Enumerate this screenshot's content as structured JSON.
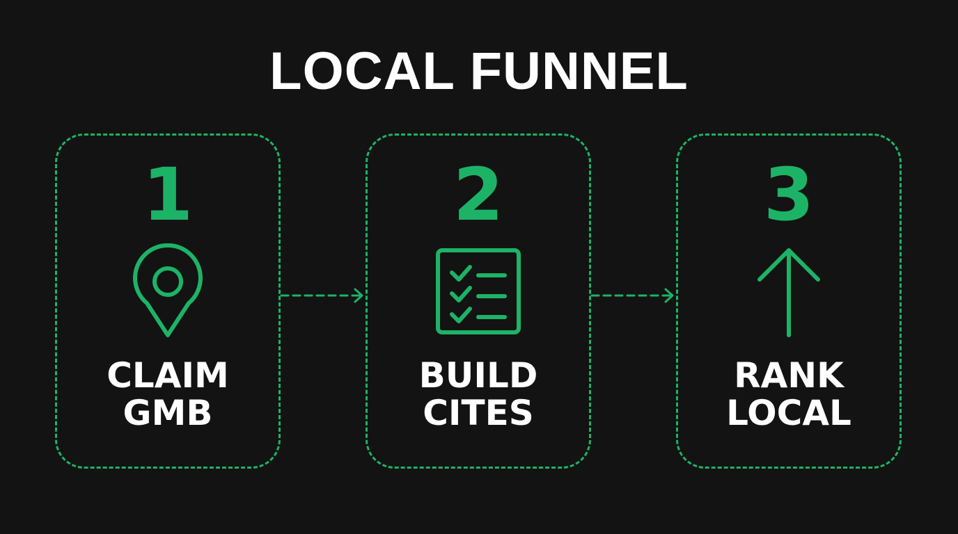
{
  "title": "LOCAL FUNNEL",
  "colors": {
    "accent": "#1db366",
    "background": "#131313",
    "text": "#ffffff"
  },
  "steps": [
    {
      "number": "1",
      "icon": "map-pin-icon",
      "label_line1": "CLAIM",
      "label_line2": "GMB"
    },
    {
      "number": "2",
      "icon": "checklist-icon",
      "label_line1": "BUILD",
      "label_line2": "CITES"
    },
    {
      "number": "3",
      "icon": "arrow-up-icon",
      "label_line1": "RANK",
      "label_line2": "LOCAL"
    }
  ],
  "connectors": [
    {
      "from": "1",
      "to": "2",
      "style": "dashed-arrow"
    },
    {
      "from": "2",
      "to": "3",
      "style": "dashed-arrow"
    }
  ]
}
